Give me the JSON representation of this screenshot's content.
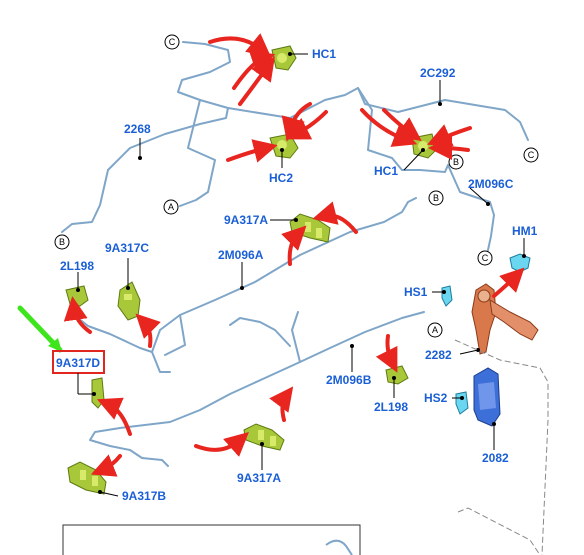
{
  "callouts": {
    "c1": "C",
    "c2": "C",
    "b1": "B",
    "b2": "B",
    "b3": "B",
    "a1": "A",
    "a2": "A",
    "a3": "C"
  },
  "labels": {
    "hc1_top": "HC1",
    "hc2": "HC2",
    "hc1_mid": "HC1",
    "p2c292": "2C292",
    "p2268": "2268",
    "p2m096c": "2M096C",
    "p9a317a_top": "9A317A",
    "p2m096a": "2M096A",
    "p9a317c": "9A317C",
    "p2l198_left": "2L198",
    "hm1": "HM1",
    "hs1": "HS1",
    "p2282": "2282",
    "p2m096b": "2M096B",
    "p2l198_right": "2L198",
    "hs2": "HS2",
    "p9a317d": "9A317D",
    "p2082": "2082",
    "p9a317a_bottom": "9A317A",
    "p9a317b": "9A317B"
  },
  "colors": {
    "label": "#1a5fd6",
    "arrow": "#e8261f",
    "highlight_pointer": "#3ee51c",
    "highlight_box": "#e0261f",
    "pipe": "#7fa6c8",
    "part_green": "#a8c83a",
    "part_orange": "#d9784b",
    "part_blue": "#3d6fd8",
    "clip_cyan": "#6ad6f0"
  }
}
